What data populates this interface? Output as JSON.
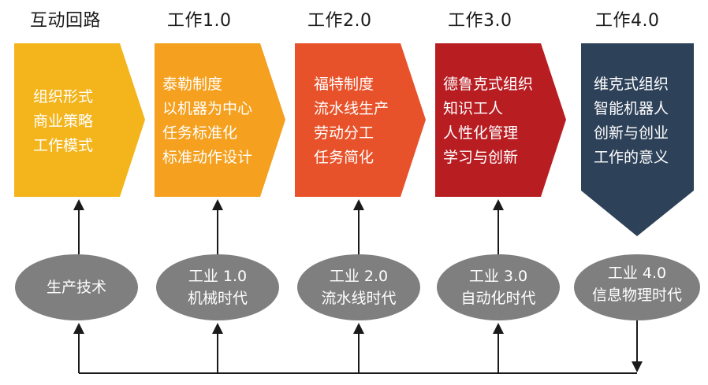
{
  "stages": [
    {
      "title": "互动回路",
      "lines": [
        "组织形式",
        "商业策略",
        "工作模式"
      ],
      "color": "#F3B51B"
    },
    {
      "title": "工作1.0",
      "lines": [
        "泰勒制度",
        "以机器为中心",
        "任务标准化",
        "标准动作设计"
      ],
      "color": "#F5A01E"
    },
    {
      "title": "工作2.0",
      "lines": [
        "福特制度",
        "流水线生产",
        "劳动分工",
        "任务简化"
      ],
      "color": "#E8522A"
    },
    {
      "title": "工作3.0",
      "lines": [
        "德鲁克式组织",
        "知识工人",
        "人性化管理",
        "学习与创新"
      ],
      "color": "#B81D22"
    },
    {
      "title": "工作4.0",
      "lines": [
        "维克式组织",
        "智能机器人",
        "创新与创业",
        "工作的意义"
      ],
      "color": "#2D4159"
    }
  ],
  "eras": [
    {
      "lines": [
        "生产技术"
      ]
    },
    {
      "lines": [
        "工业 1.0",
        "机械时代"
      ]
    },
    {
      "lines": [
        "工业 2.0",
        "流水线时代"
      ]
    },
    {
      "lines": [
        "工业 3.0",
        "自动化时代"
      ]
    },
    {
      "lines": [
        "工业 4.0",
        "信息物理时代"
      ]
    }
  ],
  "ellipse_color": "#7F7F7F",
  "arrow_color": "#1a1a1a"
}
